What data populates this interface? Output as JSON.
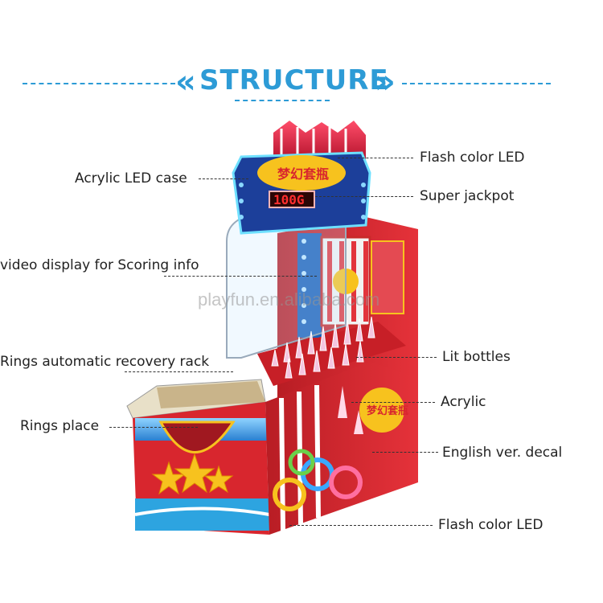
{
  "title": "STRUCTURE",
  "watermark": "playfun.en.alibaba.com",
  "machine": {
    "score_display": "100G"
  },
  "labels": {
    "flash_color_led_top": "Flash color LED",
    "acrylic_led_case": "Acrylic LED case",
    "super_jackpot": "Super jackpot",
    "video_display": "video display for Scoring info",
    "lit_bottles": "Lit bottles",
    "rings_recovery_rack": "Rings automatic recovery rack",
    "acrylic": "Acrylic",
    "rings_place": "Rings place",
    "english_decal": "English ver. decal",
    "flash_color_led_bottom": "Flash color LED"
  },
  "colors": {
    "title_blue": "#2d9bd6",
    "cabinet_red": "#d8262e",
    "led_blue": "#3aa8ff",
    "star_yellow": "#f7c21e"
  }
}
